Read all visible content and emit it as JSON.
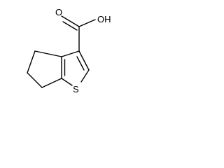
{
  "molecule": {
    "atoms": {
      "carbonyl_oxygen": "O",
      "hydroxyl": "OH",
      "sulfur": "S"
    },
    "colors": {
      "bond": "#000000",
      "text": "#000000",
      "background": "#ffffff"
    }
  }
}
